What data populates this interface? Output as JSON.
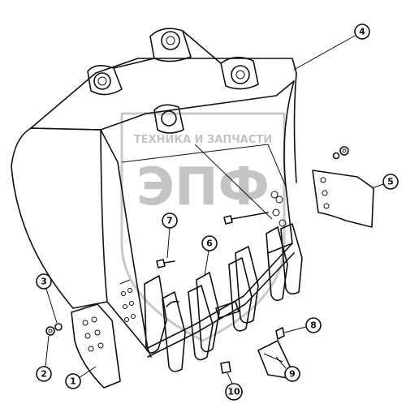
{
  "watermark": {
    "top_text": "ТЕХНИКА И ЗАПЧАСТИ",
    "logo_text": "ЭПФ"
  },
  "callouts": [
    {
      "number": "1"
    },
    {
      "number": "2"
    },
    {
      "number": "3"
    },
    {
      "number": "4"
    },
    {
      "number": "5"
    },
    {
      "number": "6"
    },
    {
      "number": "7"
    },
    {
      "number": "8"
    },
    {
      "number": "9"
    },
    {
      "number": "10"
    }
  ]
}
